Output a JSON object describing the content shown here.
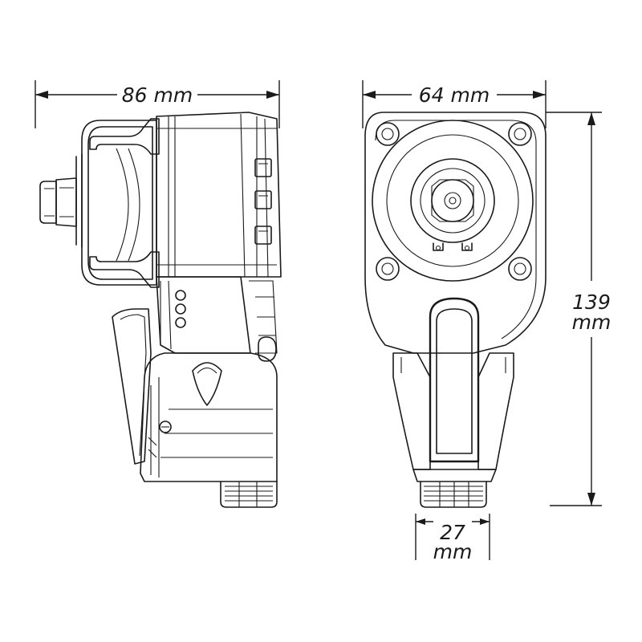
{
  "dimensions": {
    "length": {
      "value": "86",
      "unit": "mm"
    },
    "width": {
      "value": "64",
      "unit": "mm"
    },
    "height": {
      "value": "139",
      "unit": "mm"
    },
    "square_drive_offset": {
      "value": "27",
      "unit": "mm"
    }
  }
}
